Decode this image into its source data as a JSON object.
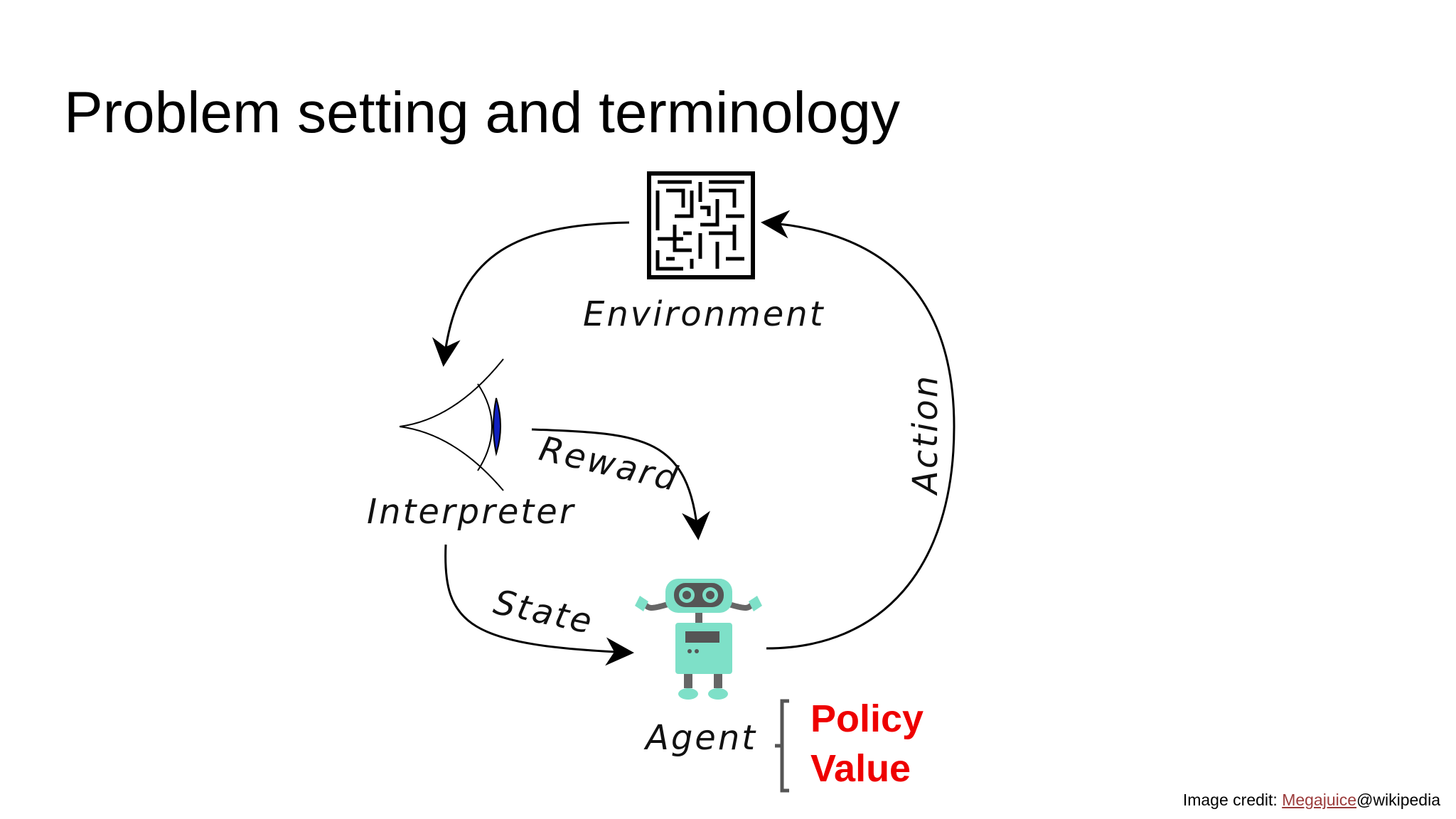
{
  "slide": {
    "title": "Problem setting and terminology"
  },
  "diagram": {
    "nodes": {
      "environment": "Environment",
      "interpreter": "Interpreter",
      "agent": "Agent"
    },
    "edges": {
      "reward": "Reward",
      "state": "State",
      "action": "Action"
    },
    "agent_components": [
      "Policy",
      "Value"
    ]
  },
  "credit": {
    "prefix": "Image credit: ",
    "link_text": "Megajuice",
    "suffix": "@wikipedia"
  },
  "colors": {
    "accent_red": "#ee0000",
    "robot": "#7ee0c8",
    "eye_iris": "#1020c0"
  }
}
